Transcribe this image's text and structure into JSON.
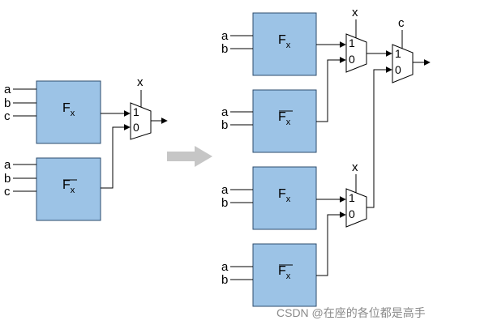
{
  "diagram": {
    "left": {
      "block_top": {
        "fx_main": "F",
        "fx_sub": "x",
        "inputs": [
          "a",
          "b",
          "c"
        ]
      },
      "block_bottom": {
        "fx_main": "F",
        "fx_sub": "x",
        "inputs": [
          "a",
          "b",
          "c"
        ]
      },
      "mux": {
        "select": "x",
        "in1": "1",
        "in0": "0"
      }
    },
    "right": {
      "blocks": [
        {
          "fx_main": "F",
          "fx_sub": "x",
          "inputs": [
            "a",
            "b"
          ]
        },
        {
          "fx_main": "F",
          "fx_sub": "x",
          "inputs": [
            "a",
            "b"
          ]
        },
        {
          "fx_main": "F",
          "fx_sub": "x",
          "inputs": [
            "a",
            "b"
          ]
        },
        {
          "fx_main": "F",
          "fx_sub": "x",
          "inputs": [
            "a",
            "b"
          ]
        }
      ],
      "mux_top": {
        "select": "x",
        "in1": "1",
        "in0": "0"
      },
      "mux_bottom": {
        "select": "x",
        "in1": "1",
        "in0": "0"
      },
      "mux_final": {
        "select": "c",
        "in1": "1",
        "in0": "0"
      }
    },
    "watermark": "CSDN @在座的各位都是高手"
  }
}
